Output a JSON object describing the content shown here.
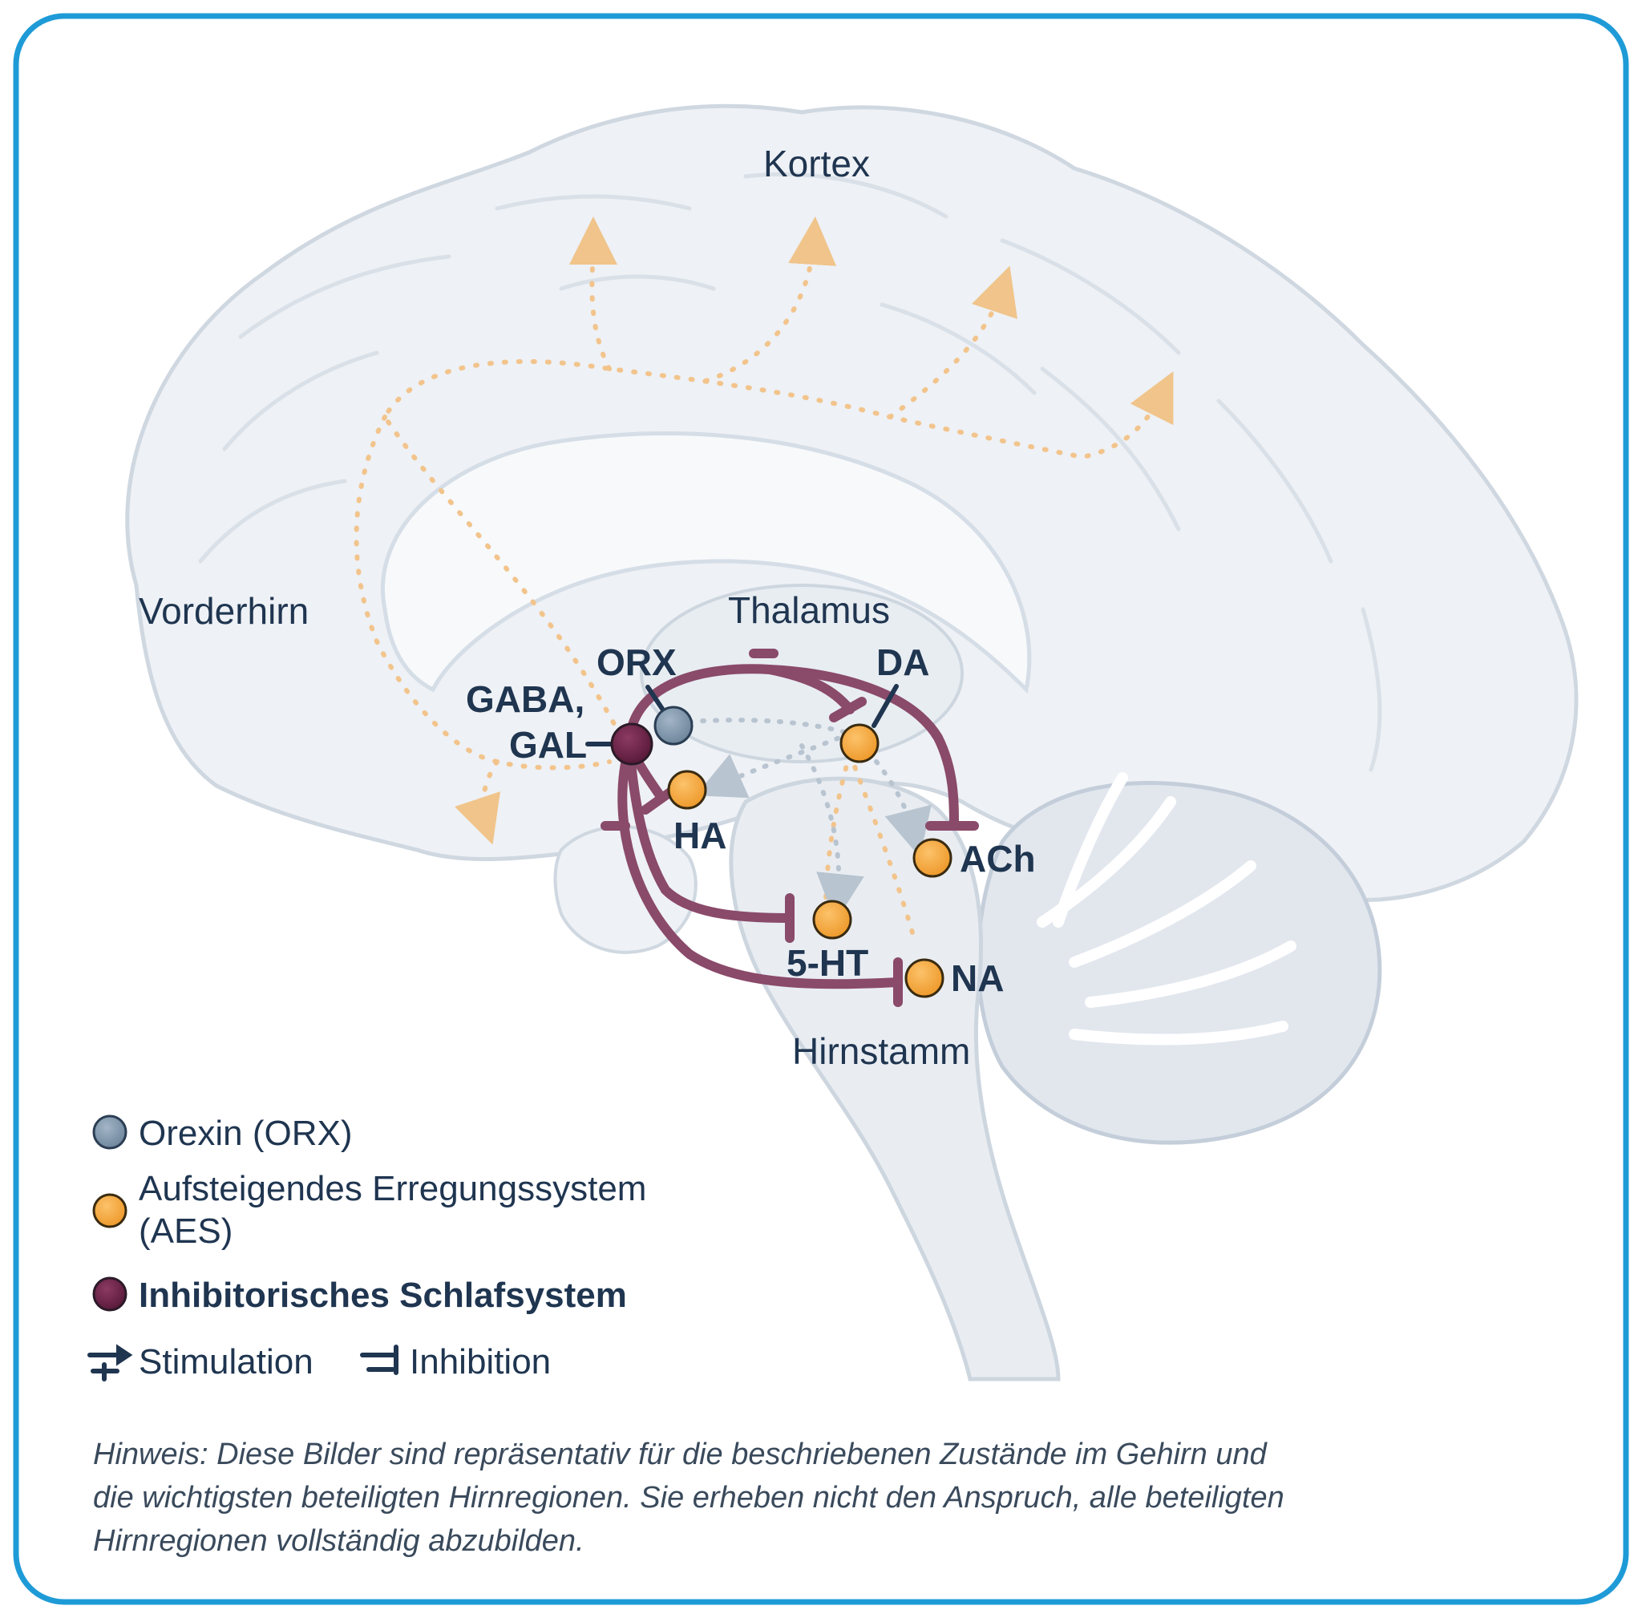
{
  "regions": {
    "cortex": "Kortex",
    "forebrain": "Vorderhirn",
    "thalamus": "Thalamus",
    "brainstem": "Hirnstamm"
  },
  "nodes": {
    "orx": "ORX",
    "gaba_line1": "GABA,",
    "gaba_line2": "GAL",
    "da": "DA",
    "ha": "HA",
    "ach": "ACh",
    "serotonin": "5-HT",
    "na": "NA"
  },
  "legend": {
    "orexin": "Orexin (ORX)",
    "aes_line1": "Aufsteigendes Erregungssystem",
    "aes_line2": "(AES)",
    "inhibitory": "Inhibitorisches Schlafsystem",
    "stimulation": "Stimulation",
    "inhibition": "Inhibition"
  },
  "note": {
    "line1": "Hinweis: Diese Bilder sind repräsentativ für die beschriebenen Zustände im Gehirn und",
    "line2": "die wichtigsten beteiligten Hirnregionen. Sie erheben nicht den Anspruch, alle  beteiligten",
    "line3": "Hirnregionen vollständig abzubilden."
  },
  "colors": {
    "frame": "#1e9bd7",
    "orexin": "#7d93a8",
    "aes": "#f2a33a",
    "inhibitory": "#6b2146",
    "inhibition_path": "#8a4a6a",
    "text": "#1f3550"
  }
}
